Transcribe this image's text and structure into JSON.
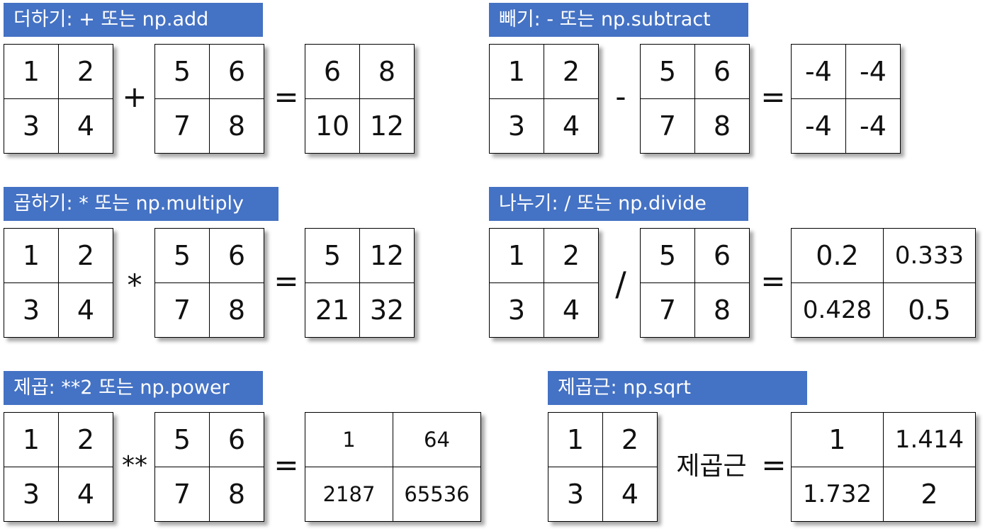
{
  "panels": [
    {
      "label": "더하기: + 또는 np.add",
      "a": [
        "1",
        "2",
        "3",
        "4"
      ],
      "op": "+",
      "b": [
        "5",
        "6",
        "7",
        "8"
      ],
      "eq": "=",
      "result": [
        "6",
        "8",
        "10",
        "12"
      ]
    },
    {
      "label": "빼기: - 또는 np.subtract",
      "a": [
        "1",
        "2",
        "3",
        "4"
      ],
      "op": "-",
      "b": [
        "5",
        "6",
        "7",
        "8"
      ],
      "eq": "=",
      "result": [
        "-4",
        "-4",
        "-4",
        "-4"
      ]
    },
    {
      "label": "곱하기: * 또는 np.multiply",
      "a": [
        "1",
        "2",
        "3",
        "4"
      ],
      "op": "*",
      "b": [
        "5",
        "6",
        "7",
        "8"
      ],
      "eq": "=",
      "result": [
        "5",
        "12",
        "21",
        "32"
      ]
    },
    {
      "label": "나누기: / 또는 np.divide",
      "a": [
        "1",
        "2",
        "3",
        "4"
      ],
      "op": "/",
      "b": [
        "5",
        "6",
        "7",
        "8"
      ],
      "eq": "=",
      "result": [
        "0.2",
        "0.333",
        "0.428",
        "0.5"
      ]
    },
    {
      "label": "제곱: **2 또는 np.power",
      "a": [
        "1",
        "2",
        "3",
        "4"
      ],
      "op": "**",
      "b": [
        "5",
        "6",
        "7",
        "8"
      ],
      "eq": "=",
      "result": [
        "1",
        "64",
        "2187",
        "65536"
      ]
    },
    {
      "label": "제곱근: np.sqrt",
      "a": [
        "1",
        "2",
        "3",
        "4"
      ],
      "op": "제곱근",
      "eq": "=",
      "result": [
        "1",
        "1.414",
        "1.732",
        "2"
      ]
    }
  ]
}
